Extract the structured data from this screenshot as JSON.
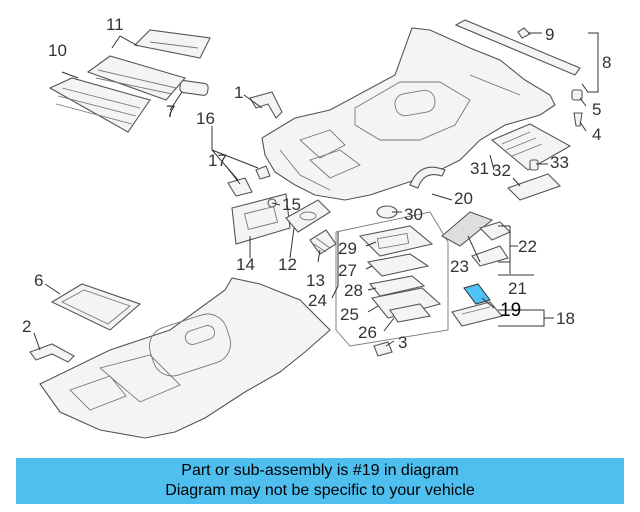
{
  "diagram": {
    "callouts": {
      "c1": "1",
      "c2": "2",
      "c3": "3",
      "c4": "4",
      "c5": "5",
      "c6": "6",
      "c7": "7",
      "c8": "8",
      "c9": "9",
      "c10": "10",
      "c11": "11",
      "c12": "12",
      "c13": "13",
      "c14": "14",
      "c15": "15",
      "c16": "16",
      "c17": "17",
      "c18": "18",
      "c19": "19",
      "c20": "20",
      "c21": "21",
      "c22": "22",
      "c23": "23",
      "c24": "24",
      "c25": "25",
      "c26": "26",
      "c27": "27",
      "c28": "28",
      "c29": "29",
      "c30": "30",
      "c31": "31",
      "c32": "32",
      "c33": "33"
    },
    "highlight_color": "#4fc3f7"
  },
  "banner": {
    "line1": "Part or sub-assembly is #19 in diagram",
    "line2": "Diagram may not be specific to your vehicle",
    "color": "#4fbff0"
  }
}
